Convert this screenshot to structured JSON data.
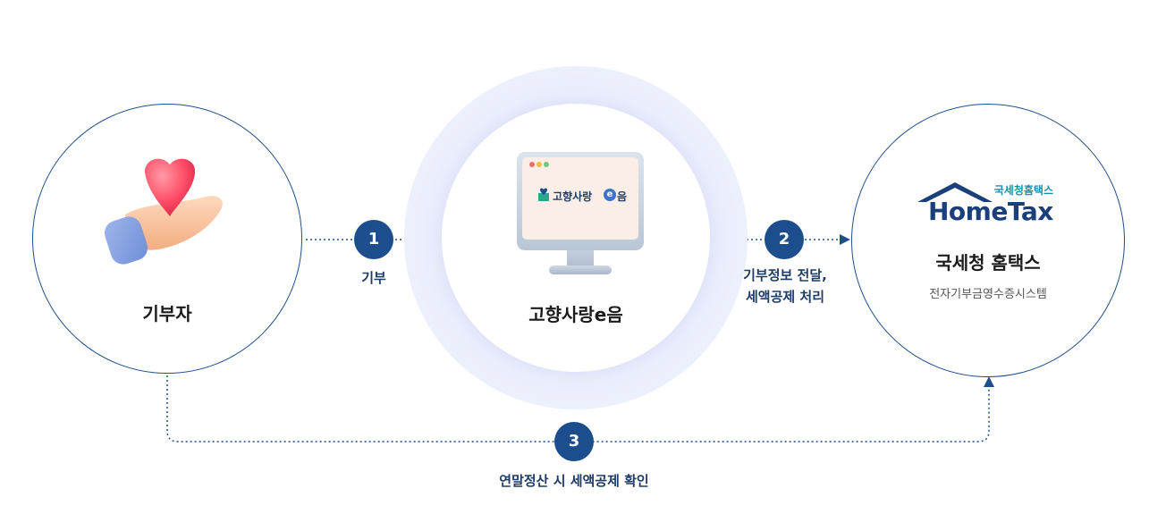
{
  "nodes": {
    "donor": {
      "label": "기부자"
    },
    "platform": {
      "label": "고향사랑e음",
      "screen_logo_before": "고향사랑",
      "screen_logo_circle": "e",
      "screen_logo_after": "음"
    },
    "hometax": {
      "logo_small": "국세청홈택스",
      "logo_word": "HomeTax",
      "label": "국세청 홈택스",
      "sublabel": "전자기부금영수증시스템"
    }
  },
  "steps": [
    {
      "number": "1",
      "label": "기부"
    },
    {
      "number": "2",
      "label_line1": "기부정보 전달,",
      "label_line2": "세액공제 처리"
    },
    {
      "number": "3",
      "label": "연말정산 시 세액공제 확인"
    }
  ],
  "colors": {
    "primary": "#1c4e8e",
    "circle_border": "#1e4e8c",
    "connector": "#1e4e8c"
  }
}
